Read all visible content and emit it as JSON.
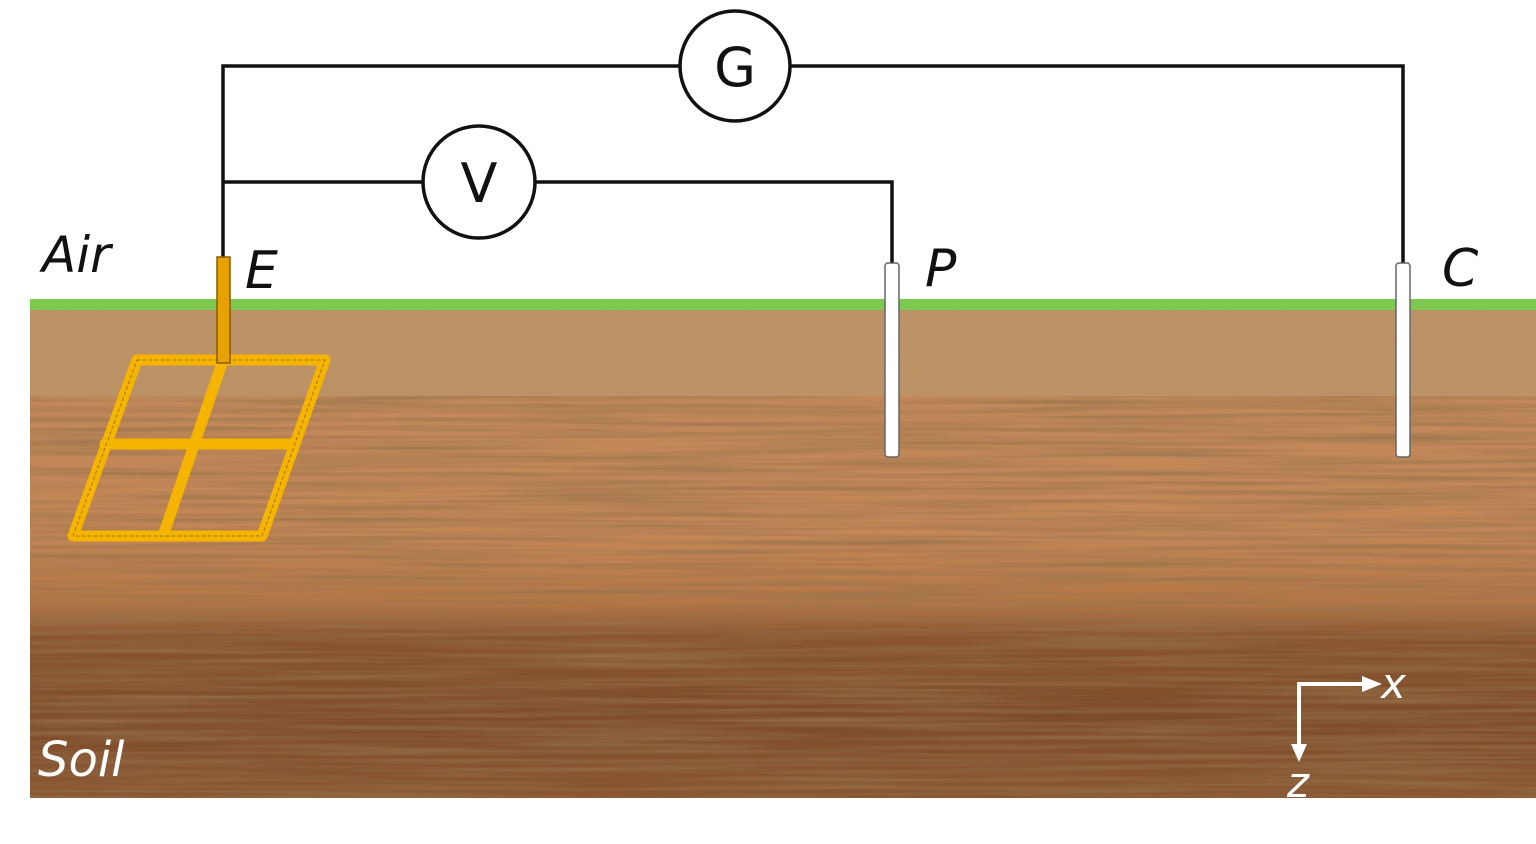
{
  "labels": {
    "air": "Air",
    "soil": "Soil",
    "electrode_e": "E",
    "electrode_p": "P",
    "electrode_c": "C",
    "generator": "G",
    "voltmeter": "V",
    "axis_x": "x",
    "axis_z": "z"
  },
  "colors": {
    "grass": "#7cc850",
    "topsoil": "#b98a5a",
    "wood_light": "#c08452",
    "wood_mid": "#a8683a",
    "wood_dark": "#7a4a28",
    "grid_conductor": "#f5b400",
    "probe": "#ffffff",
    "wire": "#111111"
  }
}
